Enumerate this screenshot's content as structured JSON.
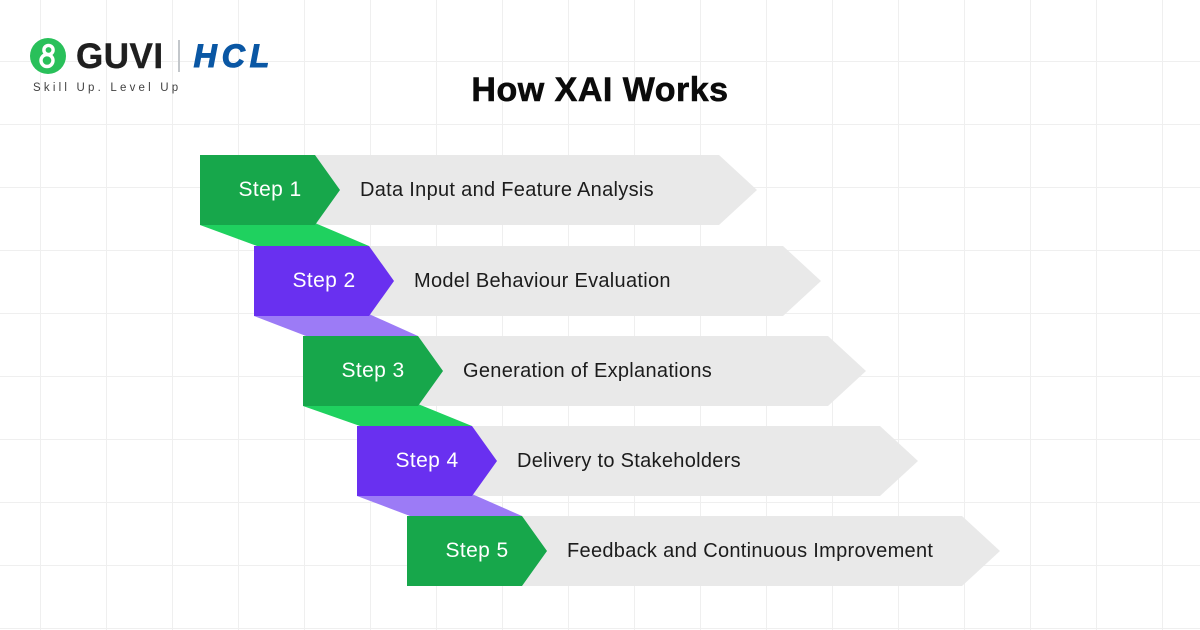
{
  "brand": {
    "logo_text": "GUVI",
    "partner_text": "HCL",
    "tagline": "Skill Up. Level Up",
    "mark_color": "#29C05A",
    "partner_color": "#0A57A4"
  },
  "title": "How XAI Works",
  "steps": [
    {
      "label": "Step 1",
      "text": "Data Input and Feature Analysis",
      "accent": "#17A74B",
      "fold": "#1FD15F"
    },
    {
      "label": "Step 2",
      "text": "Model Behaviour Evaluation",
      "accent": "#6930F0",
      "fold": "#9C7BF6"
    },
    {
      "label": "Step 3",
      "text": "Generation of Explanations",
      "accent": "#17A74B",
      "fold": "#1FD15F"
    },
    {
      "label": "Step 4",
      "text": "Delivery to Stakeholders",
      "accent": "#6930F0",
      "fold": "#9C7BF6"
    },
    {
      "label": "Step 5",
      "text": "Feedback and Continuous Improvement",
      "accent": "#17A74B",
      "fold": null
    }
  ],
  "colors": {
    "background": "#FFFFFF",
    "grid_line": "#EFEFEF",
    "band": "#E9E9E9",
    "text": "#1C1C1C"
  }
}
